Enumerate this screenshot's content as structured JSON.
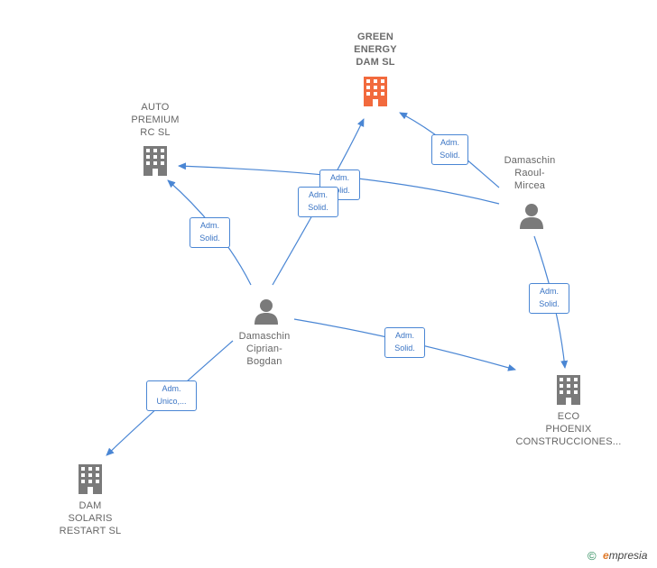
{
  "nodes": {
    "green_energy": {
      "lines": [
        "GREEN",
        "ENERGY",
        "DAM  SL"
      ],
      "type": "company",
      "highlight": true
    },
    "auto_premium": {
      "lines": [
        "AUTO",
        "PREMIUM",
        "RC  SL"
      ],
      "type": "company"
    },
    "eco_phoenix": {
      "lines": [
        "ECO",
        "PHOENIX",
        "CONSTRUCCIONES..."
      ],
      "type": "company"
    },
    "dam_solaris": {
      "lines": [
        "DAM",
        "SOLARIS",
        "RESTART  SL"
      ],
      "type": "company"
    },
    "raoul": {
      "lines": [
        "Damaschin",
        "Raoul-",
        "Mircea"
      ],
      "type": "person"
    },
    "ciprian": {
      "lines": [
        "Damaschin",
        "Ciprian-",
        "Bogdan"
      ],
      "type": "person"
    }
  },
  "edges": [
    {
      "label": [
        "Adm.",
        "Solid."
      ]
    },
    {
      "label": [
        "Adm.",
        "Solid."
      ]
    },
    {
      "label": [
        "Adm.",
        "Solid."
      ]
    },
    {
      "label": [
        "Adm.",
        "Solid."
      ]
    },
    {
      "label": [
        "Adm.",
        "Solid."
      ]
    },
    {
      "label": [
        "Adm.",
        "Solid."
      ]
    },
    {
      "label": [
        "Adm.",
        "Unico,..."
      ]
    }
  ],
  "footer": {
    "copyright_symbol": "©",
    "brand_initial": "e",
    "brand_rest": "mpresia"
  },
  "colors": {
    "edge": "#4a86d4",
    "company_icon": "#7a7a7a",
    "highlight_icon": "#f26a3d",
    "person_icon": "#7a7a7a"
  }
}
